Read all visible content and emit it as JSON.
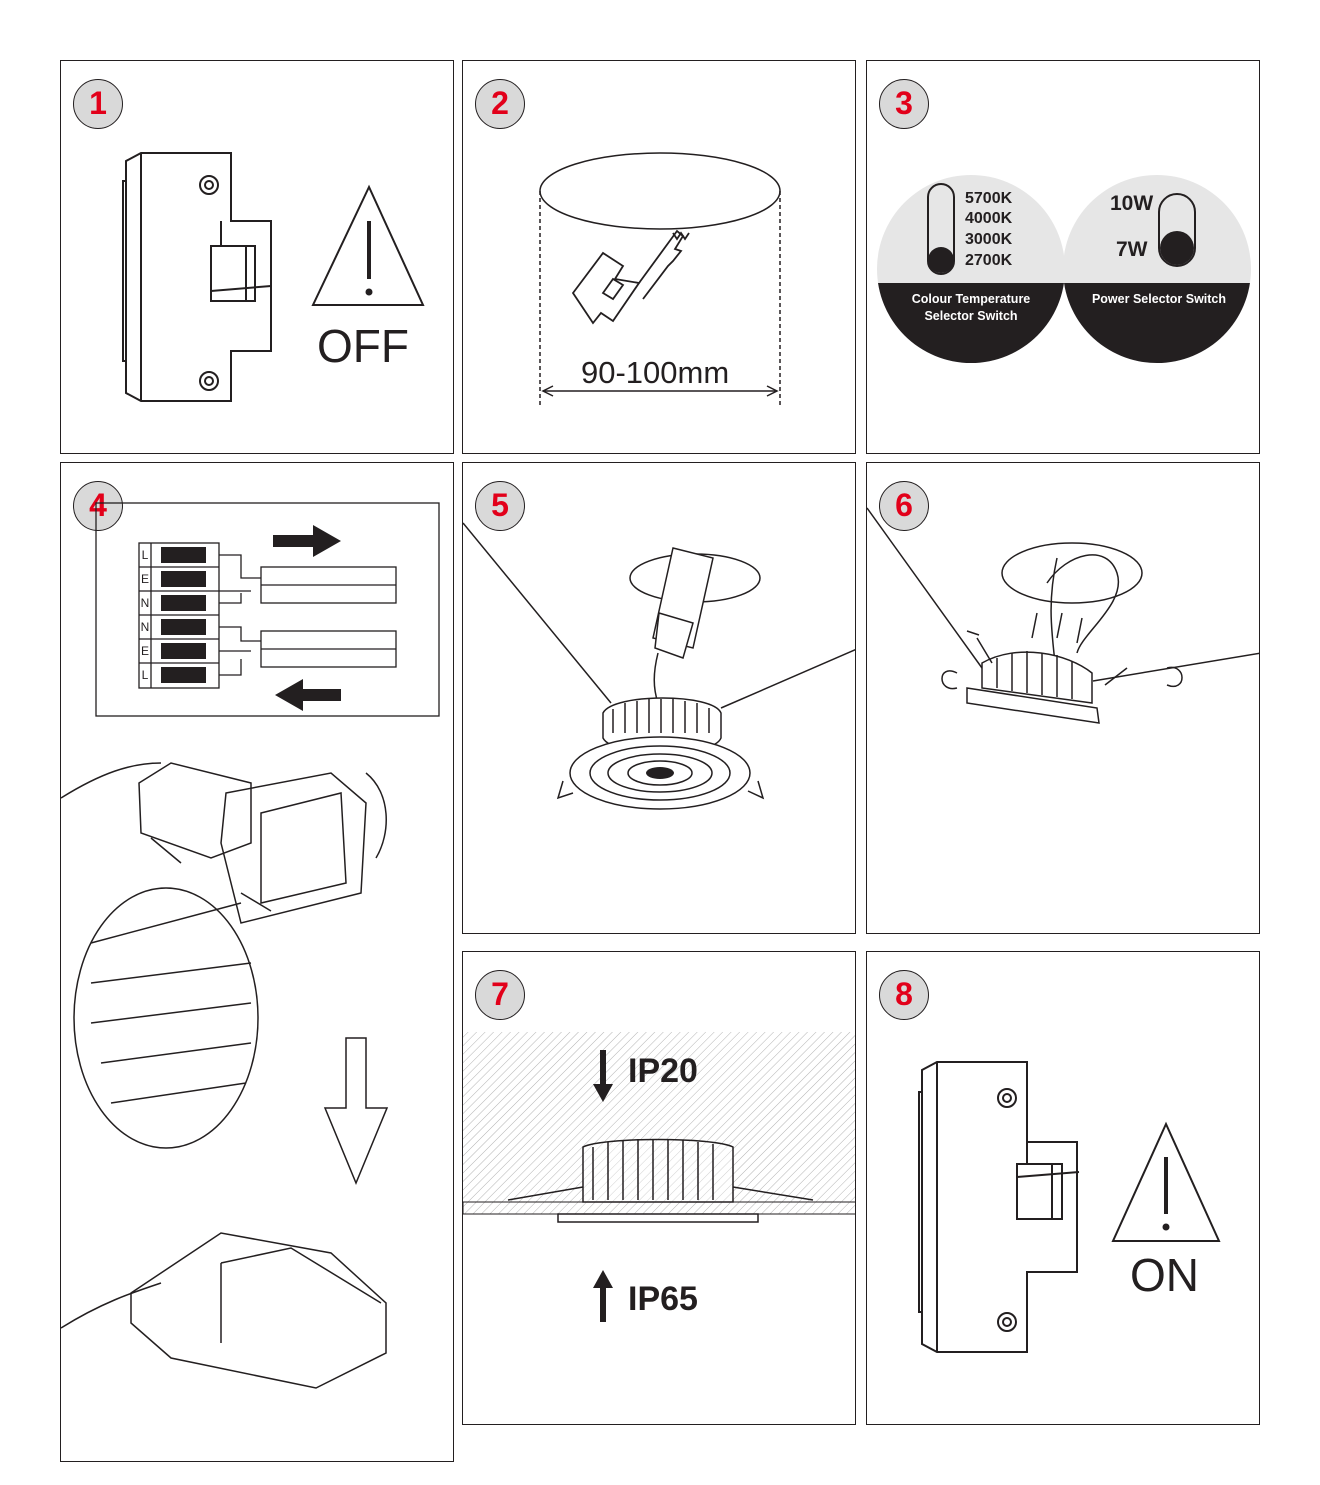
{
  "steps": [
    {
      "number": "1",
      "label": "OFF"
    },
    {
      "number": "2",
      "dimension": "90-100mm"
    },
    {
      "number": "3"
    },
    {
      "number": "4"
    },
    {
      "number": "5"
    },
    {
      "number": "6"
    },
    {
      "number": "7"
    },
    {
      "number": "8",
      "label": "ON"
    }
  ],
  "colour_switch": {
    "options": [
      "5700K",
      "4000K",
      "3000K",
      "2700K"
    ],
    "caption_line1": "Colour Temperature",
    "caption_line2": "Selector Switch"
  },
  "power_switch": {
    "options": [
      "10W",
      "7W"
    ],
    "caption": "Power Selector Switch"
  },
  "ip_ratings": {
    "above": "IP20",
    "below": "IP65"
  },
  "connector_labels": [
    "L",
    "E",
    "N",
    "N",
    "E",
    "L"
  ],
  "colors": {
    "badge_number": "#e2001a",
    "badge_fill": "#d9d9d9",
    "line": "#231f20"
  }
}
